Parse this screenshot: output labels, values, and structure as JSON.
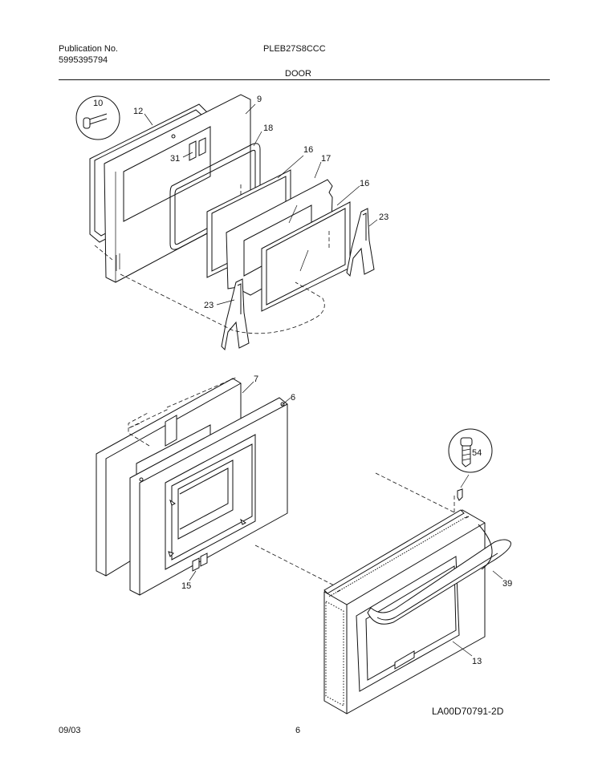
{
  "header": {
    "publication_label": "Publication No.",
    "publication_number": "5995395794",
    "model": "PLEB27S8CCC",
    "section": "DOOR"
  },
  "footer": {
    "date": "09/03",
    "page": "6",
    "diagram_code": "LA00D70791-2D"
  },
  "callouts": {
    "c10": "10",
    "c12": "12",
    "c9": "9",
    "c18": "18",
    "c31": "31",
    "c16a": "16",
    "c17": "17",
    "c16b": "16",
    "c23a": "23",
    "c23b": "23",
    "c7": "7",
    "c6": "6",
    "c15": "15",
    "c54": "54",
    "c39": "39",
    "c13": "13"
  }
}
